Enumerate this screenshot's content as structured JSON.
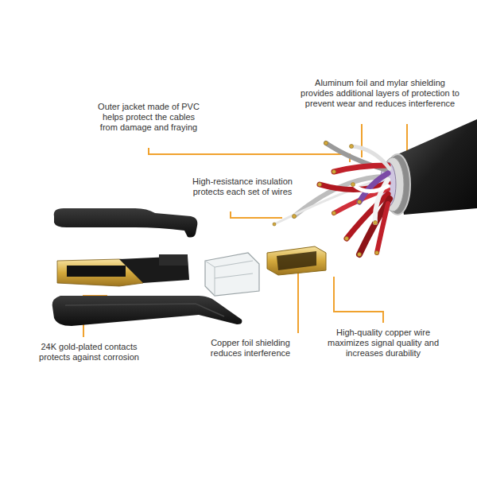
{
  "diagram": {
    "labels": [
      "Aluminum foil and mylar shielding provides additional layers of protection to prevent wear and reduces interference",
      "Outer jacket made of PVC helps protect the cables from damage and fraying",
      "High-resistance insulation protects each set of wires",
      "24K gold-plated contacts protects against corrosion",
      "Copper foil shielding reduces interference",
      "High-quality copper wire maximizes signal quality and increases durability"
    ]
  }
}
